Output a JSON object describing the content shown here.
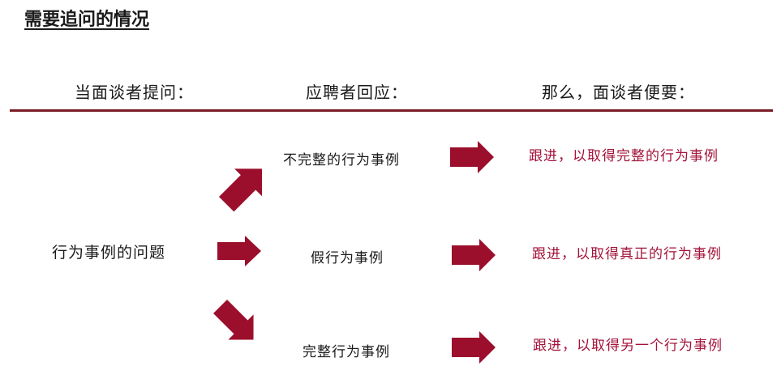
{
  "title": "需要追问的情况",
  "headers": {
    "interviewer_asks": "当面谈者提问：",
    "candidate_responds": "应聘者回应：",
    "interviewer_then": "那么，面谈者便要："
  },
  "question": "行为事例的问题",
  "rows": [
    {
      "response": "不完整的行为事例",
      "follow_up": "跟进，以取得完整的行为事例"
    },
    {
      "response": "假行为事例",
      "follow_up": "跟进，以取得真正的行为事例"
    },
    {
      "response": "完整行为事例",
      "follow_up": "跟进，以取得另一个行为事例"
    }
  ],
  "colors": {
    "arrow": "#9b0f2c",
    "rule": "#7a1b25",
    "follow_up_text": "#a3123a"
  },
  "icons": {
    "arrow": "block-arrow-icon"
  }
}
